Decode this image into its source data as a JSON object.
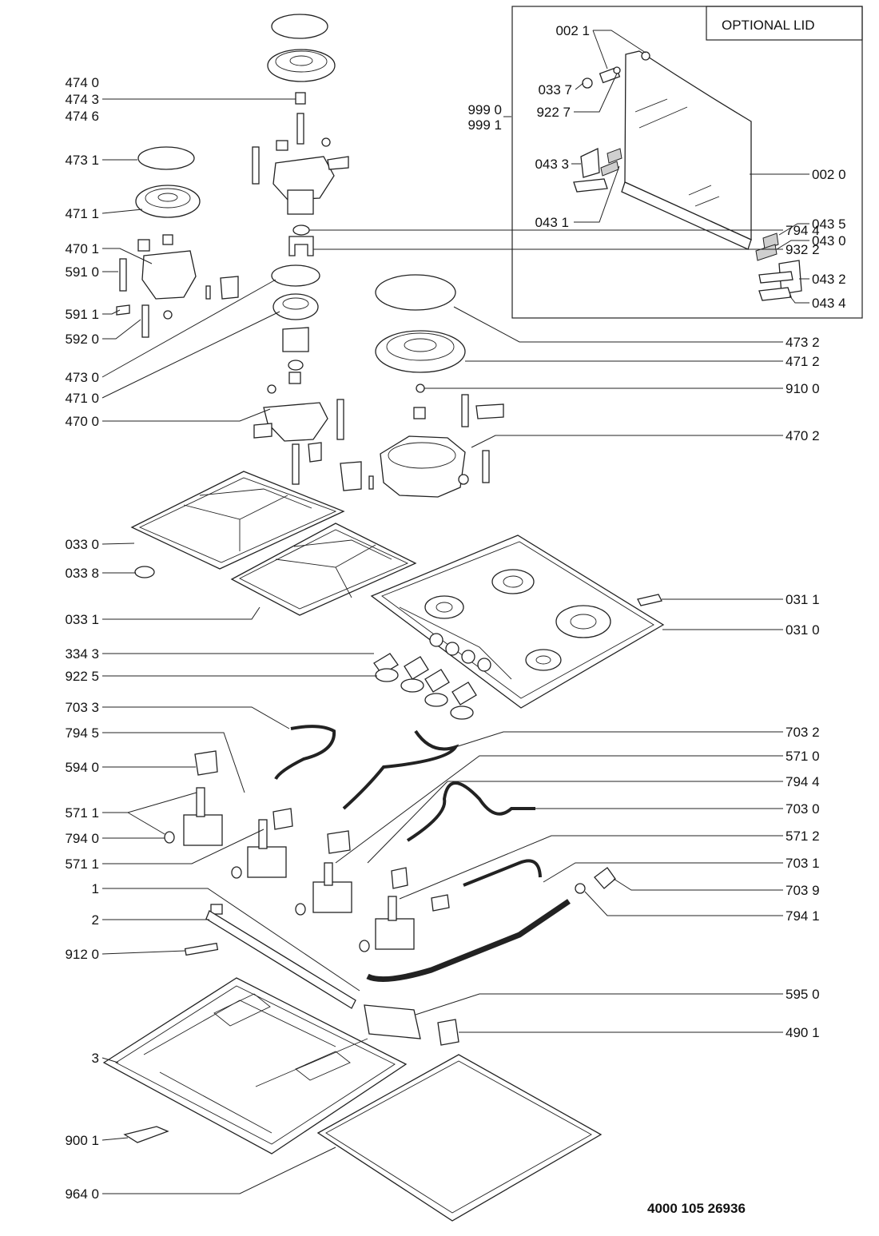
{
  "optional_lid_title": "OPTIONAL LID",
  "document_number": "4000 105 26936",
  "labels_left": {
    "p4740": "474 0",
    "p4743": "474 3",
    "p4746": "474 6",
    "p4731": "473 1",
    "p4711": "471 1",
    "p4701": "470 1",
    "p5910": "591 0",
    "p5911": "591 1",
    "p5920": "592 0",
    "p4730": "473 0",
    "p4710": "471 0",
    "p4700": "470 0",
    "p0330": "033 0",
    "p0338": "033 8",
    "p0331": "033 1",
    "p3343": "334 3",
    "p9225": "922 5",
    "p7033": "703 3",
    "p7945": "794 5",
    "p5940": "594 0",
    "p5711a": "571 1",
    "p7940": "794 0",
    "p5711b": "571 1",
    "p1": "1",
    "p2": "2",
    "p9120": "912 0",
    "p3": "3",
    "p9001": "900 1",
    "p9640": "964 0"
  },
  "labels_right": {
    "p7944a": "794 4",
    "p9322": "932 2",
    "p4732": "473 2",
    "p4712": "471 2",
    "p9100": "910 0",
    "p4702": "470 2",
    "p0311": "031 1",
    "p0310": "031 0",
    "p7032": "703 2",
    "p5710": "571 0",
    "p7944b": "794 4",
    "p7030": "703 0",
    "p5712": "571 2",
    "p7031": "703 1",
    "p7039": "703 9",
    "p7941": "794 1",
    "p5950": "595 0",
    "p4901": "490 1"
  },
  "labels_lid": {
    "p0021": "002 1",
    "p0337": "033 7",
    "p9227": "922 7",
    "p9990": "999 0",
    "p9991": "999 1",
    "p0433": "043 3",
    "p0431": "043 1",
    "p0020": "002 0",
    "p0435": "043 5",
    "p0430": "043 0",
    "p0432": "043 2",
    "p0434": "043 4"
  }
}
